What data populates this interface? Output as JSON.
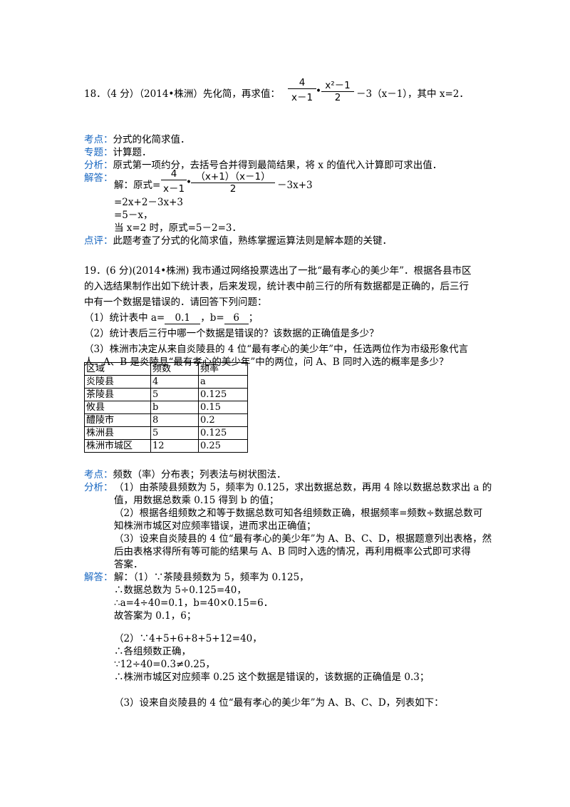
{
  "q18": {
    "intro": "18．（4 分）（2014•株洲）先化简，再求值：",
    "frac1_num": "4",
    "frac1_den": "x－1",
    "dot": "•",
    "frac2_num": "x²－1",
    "frac2_den": "2",
    "tail": "－3（x－1），其中 x=2．",
    "kaodian_label": "考点：",
    "kaodian": "分式的化简求值．",
    "zhuanti_label": "专题：",
    "zhuanti": "计算题．",
    "fenxi_label": "分析：",
    "fenxi": "原式第一项约分，去括号合并得到最简结果，将 x 的值代入计算即可求出值．",
    "jieda_label": "解答：",
    "sol_prefix": "解：原式=",
    "sol_frac1_num": "4",
    "sol_frac1_den": "x－1",
    "sol_frac2_num": "（x+1）（x－1）",
    "sol_frac2_den": "2",
    "sol_tail": "－3x+3",
    "sol_l2": "=2x+2－3x+3",
    "sol_l3": "=5－x，",
    "sol_l4": "当 x=2 时，原式=5－2=3．",
    "dianping_label": "点评：",
    "dianping": "此题考查了分式的化简求值，熟练掌握运算法则是解本题的关键．"
  },
  "q19": {
    "p1": "19．(6 分)(2014•株洲) 我市通过网络投票选出了一批“最有孝心的美少年”．根据各县市区",
    "p2": "的入选结果制作出如下统计表，后来发现，统计表中前三行的所有数据都是正确的，后三行",
    "p3": "中有一个数据是错误的．请回答下列问题：",
    "q1_a": "（1）统计表中 a=",
    "q1_ans_a": "0.1",
    "q1_b": "，b=",
    "q1_ans_b": "6",
    "q1_end": "；",
    "q2": "（2）统计表后三行中哪一个数据是错误的？该数据的正确值是多少？",
    "q3_l1": "（3）株洲市决定从来自炎陵县的 4 位“最有孝心的美少年”中，任选两位作为市级形象代言",
    "q3_l2": "人．A、B 是炎陵县“最有孝心的美少年”中的两位，问 A、B 同时入选的概率是多少？",
    "table": {
      "headers": [
        "区域",
        "频数",
        "频率"
      ],
      "rows": [
        [
          "炎陵县",
          "4",
          "a"
        ],
        [
          "茶陵县",
          "5",
          "0.125"
        ],
        [
          "攸县",
          "b",
          "0.15"
        ],
        [
          "醴陵市",
          "8",
          "0.2"
        ],
        [
          "株洲县",
          "5",
          "0.125"
        ],
        [
          "株洲市城区",
          "12",
          "0.25"
        ]
      ]
    },
    "kaodian_label": "考点：",
    "kaodian": "频数（率）分布表；列表法与树状图法．",
    "fenxi_label": "分析：",
    "fenxi": [
      "（1）由茶陵县频数为 5，频率为 0.125，求出数据总数，再用 4 除以数据总数求出 a 的",
      "值，用数据总数乘 0.15 得到 b 的值；",
      "（2）根据各组频数之和等于数据总数可知各组频数正确，根据频率=频数÷数据总数可",
      "知株洲市城区对应频率错误，进而求出正确值；",
      "（3）设来自炎陵县的 4 位“最有孝心的美少年”为 A、B、C、D，根据题意列出表格，然",
      "后由表格求得所有等可能的结果与 A、B 同时入选的情况，再利用概率公式即可求得",
      "答案．"
    ],
    "jieda_label": "解答：",
    "sol1": [
      "解：（1）∵茶陵县频数为 5，频率为 0.125，",
      "∴数据总数为 5÷0.125=40，",
      "∴a=4÷40=0.1，b=40×0.15=6．",
      "故答案为 0.1，6；"
    ],
    "sol2": [
      "（2）∵4+5+6+8+5+12=40，",
      "∴各组频数正确，",
      "∵12÷40=0.3≠0.25，",
      "∴株洲市城区对应频率 0.25 这个数据是错误的，该数据的正确值是 0.3；"
    ],
    "sol3": "（3）设来自炎陵县的 4 位“最有孝心的美少年”为 A、B、C、D，列表如下："
  }
}
